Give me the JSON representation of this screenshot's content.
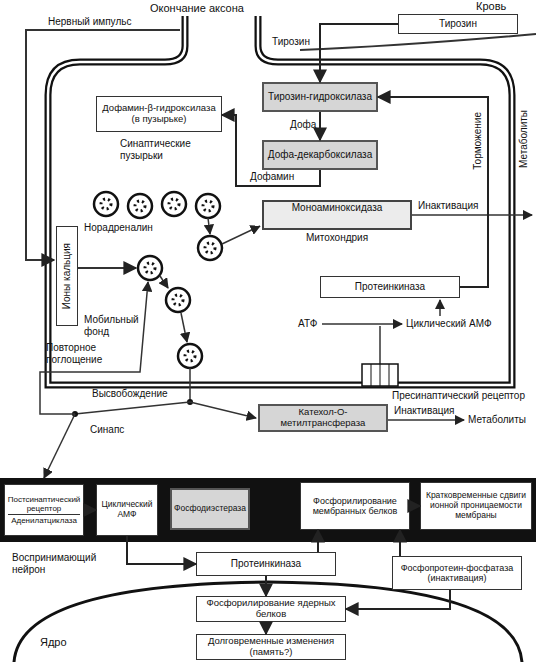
{
  "diagram": {
    "nodes": [
      {
        "text": [
          "Тирозин"
        ]
      },
      {
        "text": [
          "Тирозин-гидроксилаза"
        ]
      },
      {
        "text": [
          "Дофа-декарбоксилаза"
        ]
      },
      {
        "text": [
          "Дофамин-β-гидроксилаза (в пузырьке)"
        ]
      },
      {
        "text": [
          "Моноаминоксидаза",
          "Митохондрия"
        ]
      },
      {
        "text": [
          "Ионы кальция"
        ]
      },
      {
        "text": [
          "Протеинкиназа"
        ]
      },
      {
        "text": [
          "Катехол-О-метилтрансфераза"
        ]
      },
      {
        "text": [
          "Постсинаптический рецептор",
          "Аденилатциклаза"
        ]
      },
      {
        "text": [
          "Циклический АМФ"
        ]
      },
      {
        "text": [
          "Фосфодиэстераза"
        ]
      },
      {
        "text": [
          "Фосфорилирование мембранных белков"
        ]
      },
      {
        "text": [
          "Кратковременные сдвиги ионной проницаемости мембраны"
        ]
      },
      {
        "text": [
          "Протеинкиназа"
        ]
      },
      {
        "text": [
          "Фосфопротеин-фосфатаза (инактивация)"
        ]
      },
      {
        "text": [
          "Фосфорилирование ядерных белков"
        ]
      },
      {
        "text": [
          "Долговременные изменения (память?)"
        ]
      }
    ],
    "edges": [
      {
        "from": 0,
        "to": 1,
        "arrow": "to",
        "label": "Тирозин"
      },
      {
        "from": 1,
        "to": 2,
        "arrow": "to",
        "label": "Дофа"
      },
      {
        "from": 2,
        "to": 3,
        "arrow": "to",
        "label": "Дофамин"
      },
      {
        "from": 6,
        "to": 1,
        "arrow": "to",
        "label": "Торможение"
      },
      {
        "from": 8,
        "to": 9,
        "arrow": "to"
      },
      {
        "from": 9,
        "to": 13,
        "arrow": "to"
      },
      {
        "from": 13,
        "to": 11,
        "arrow": "to"
      },
      {
        "from": 11,
        "to": 12,
        "arrow": "to"
      },
      {
        "from": 13,
        "to": 15,
        "arrow": "to"
      },
      {
        "from": 15,
        "to": 16,
        "arrow": "to"
      },
      {
        "from": 14,
        "to": 11,
        "arrow": "to"
      },
      {
        "from": 14,
        "to": 15,
        "arrow": "to"
      }
    ],
    "labels": [
      "Окончание аксона",
      "Кровь",
      "Нервный импульс",
      "Синаптические пузырьки",
      "Норадреналин",
      "Мобильный фонд",
      "Повторное поглощение",
      "Высвобождение",
      "Синапс",
      "АТФ",
      "Циклический АМФ",
      "Пресинаптический рецептор",
      "Инактивация",
      "Метаболиты",
      "Инактивация",
      "Метаболиты",
      "Воспринимающий нейрон",
      "Ядро"
    ]
  }
}
